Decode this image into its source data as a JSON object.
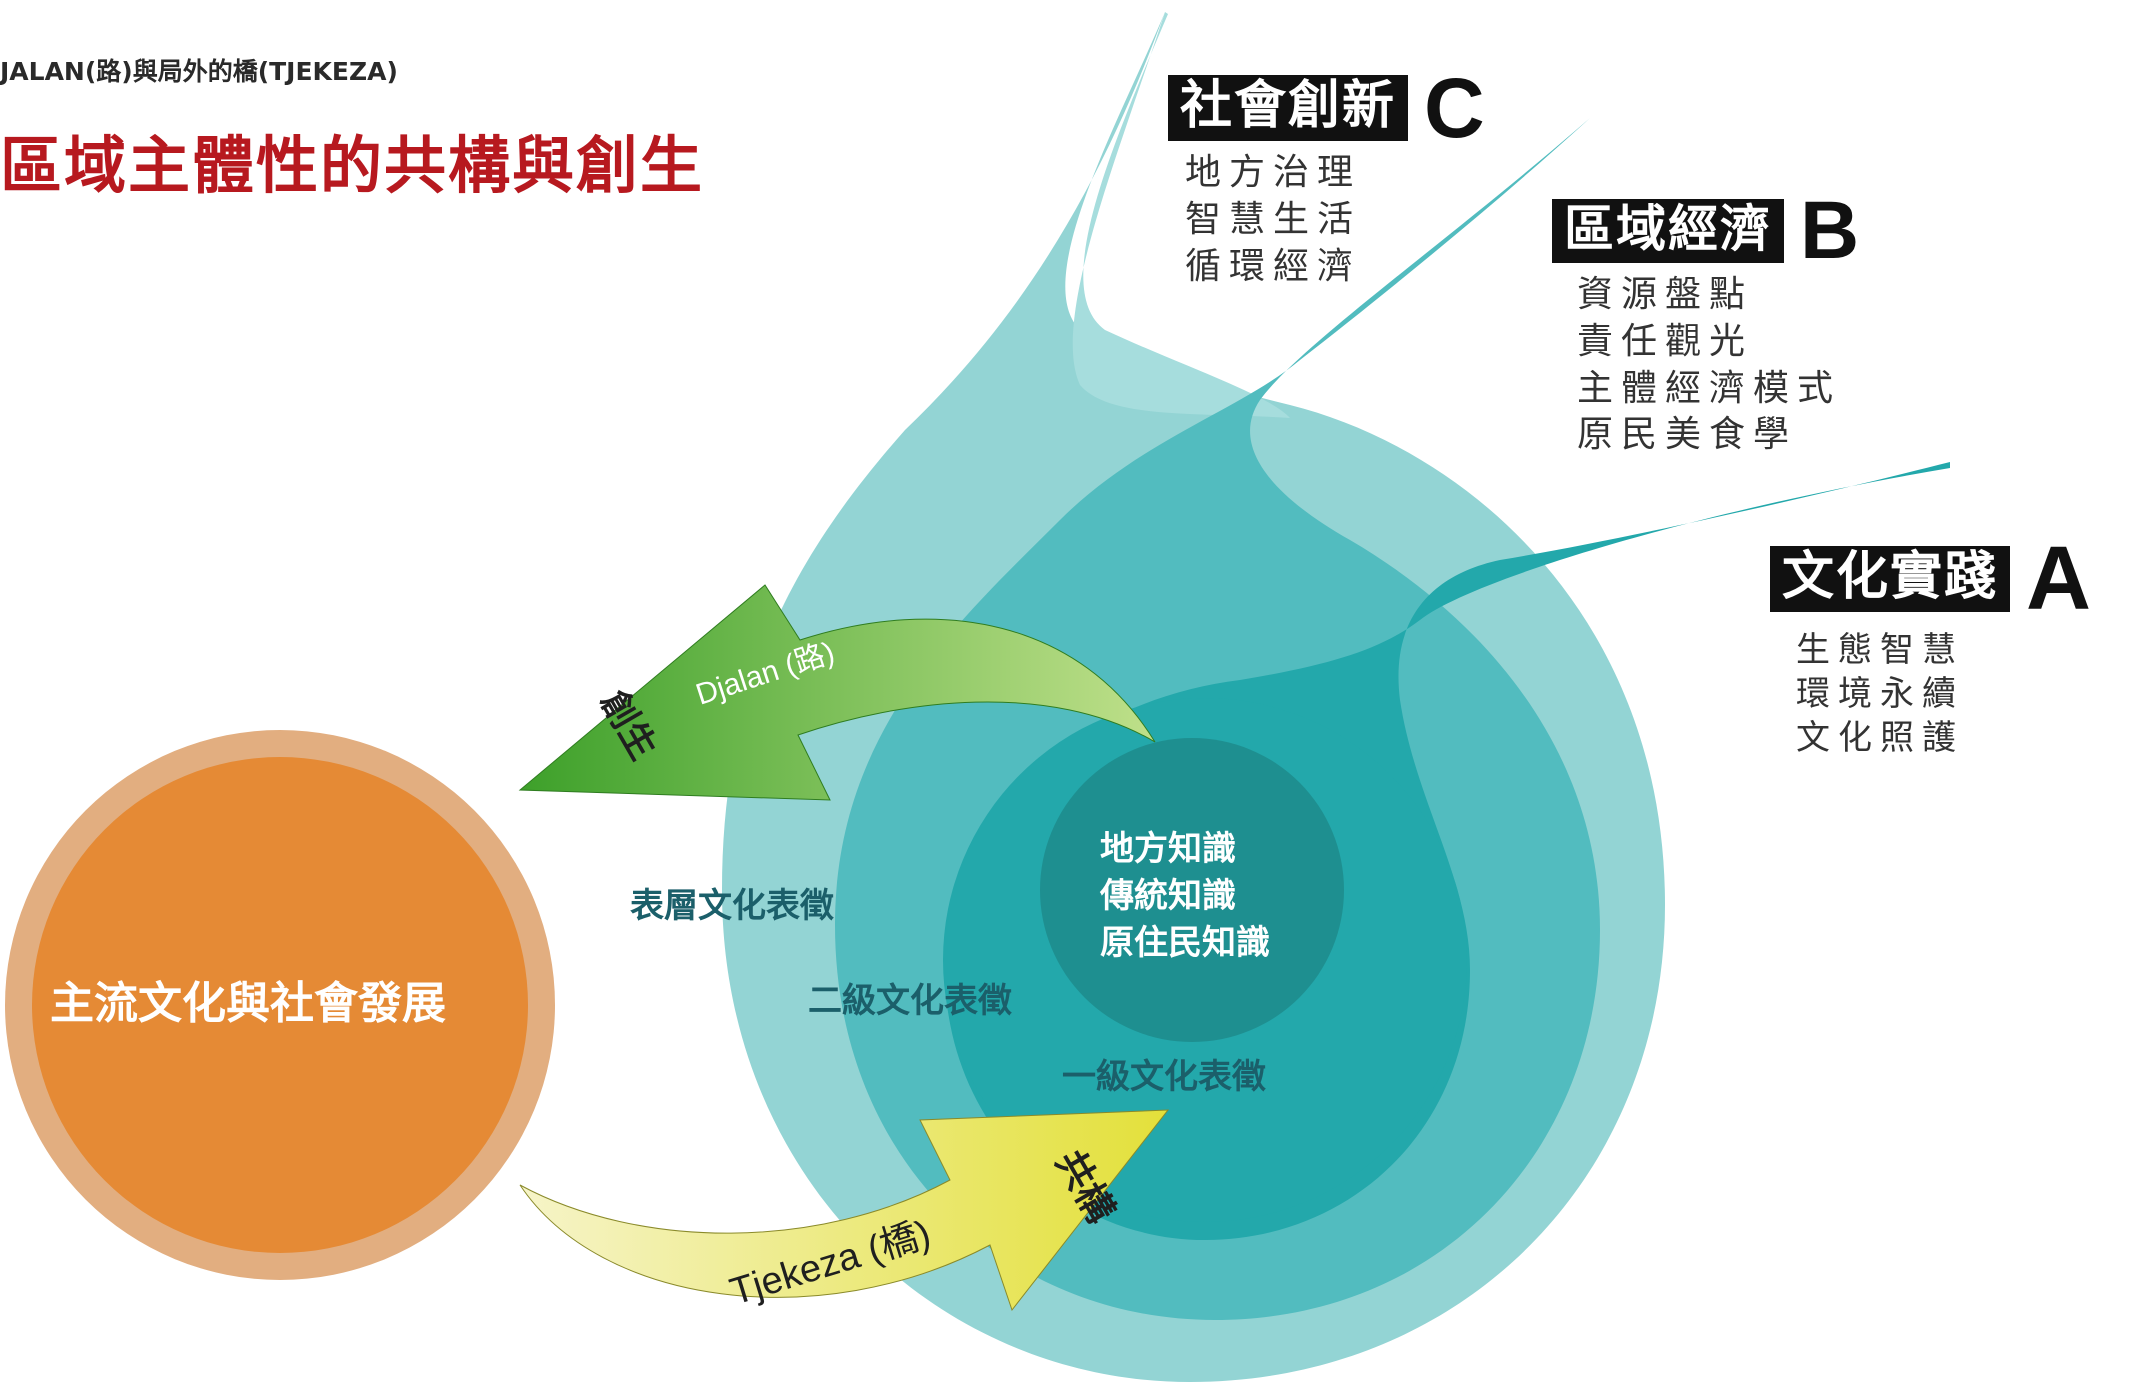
{
  "header": {
    "supertitle": "JALAN(路)與局外的橋(TJEKEZA)",
    "title": "區域主體性的共構與創生"
  },
  "categories": [
    {
      "label": "社會創新",
      "letter": "C",
      "items": [
        "地方治理",
        "智慧生活",
        "循環經濟"
      ]
    },
    {
      "label": "區域經濟",
      "letter": "B",
      "items": [
        "資源盤點",
        "責任觀光",
        "主體經濟模式",
        "原民美食學"
      ]
    },
    {
      "label": "文化實踐",
      "letter": "A",
      "items": [
        "生態智慧",
        "環境永續",
        "文化照護"
      ]
    }
  ],
  "core": {
    "lines": [
      "地方知識",
      "傳統知識",
      "原住民知識"
    ]
  },
  "rings": {
    "outer": "表層文化表徵",
    "middle": "二級文化表徵",
    "inner": "一級文化表徵"
  },
  "mainstream": {
    "label": "主流文化與社會發展"
  },
  "arrows": {
    "green": {
      "text": "Djalan (路)",
      "tag": "創生"
    },
    "yellow": {
      "text": "Tjekeza (橋)",
      "tag": "共構"
    }
  },
  "colors": {
    "title_red": "#b7191f",
    "teal_light": "#93d4d4",
    "teal_mid": "#52bcbf",
    "teal_dark": "#23a8ab",
    "teal_core": "#1e8f90",
    "orange": "#e58a35",
    "orange_ring": "#e2ae80",
    "green_arrow": "#4fb336",
    "yellow_arrow": "#e7e650"
  }
}
